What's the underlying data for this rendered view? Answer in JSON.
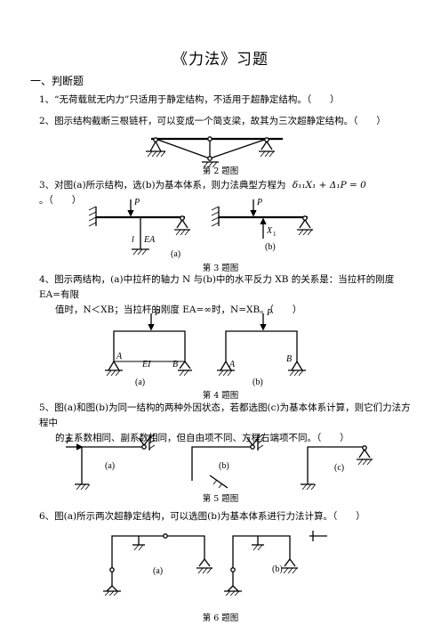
{
  "title": "《力法》习题",
  "section": "一、判断题",
  "questions": [
    {
      "text": "1、“无荷载就无内力”只适用于静定结构，不适用于超静定结构。（　　）"
    },
    {
      "text": "2、图示结构截断三根链杆，可以变成一个简支梁，故其为三次超静定结构。（　　）",
      "caption": "第 2 题图"
    },
    {
      "text_a": "3、对图(a)所示结构，选(b)为基本体系，则力法典型方程为",
      "equation": "δ₁₁X₁ + Δ₁P = 0",
      "text_b": "。（　　）",
      "caption": "第 3 题图"
    },
    {
      "line1": "4、图示两结构，(a)中拉杆的轴力 N 与(b)中的水平反力 XB 的关系是：当拉杆的刚度 EA=有限",
      "line2": "值时，N＜XB；当拉杆的刚度 EA=∞时，N=XB。（　　）",
      "caption": "第 4 题图"
    },
    {
      "line1": "5、图(a)和图(b)为同一结构的两种外因状态，若都选图(c)为基本体系计算，则它们力法方程中",
      "line2": "的主系数相同、副系数相同，但自由项不同、方程右端项不同。（　　）",
      "caption": "第 5 题图"
    },
    {
      "text": "6、图(a)所示两次超静定结构，可以选图(b)为基本体系进行力法计算。（　　）",
      "caption": "第 6 题图"
    }
  ],
  "fig_labels": {
    "P": "P",
    "l": "l",
    "EA": "EA",
    "EI": "EI",
    "A": "A",
    "B": "B",
    "X1": "X",
    "X1_sub": "1",
    "a": "(a)",
    "b": "(b)",
    "c": "(c)"
  }
}
